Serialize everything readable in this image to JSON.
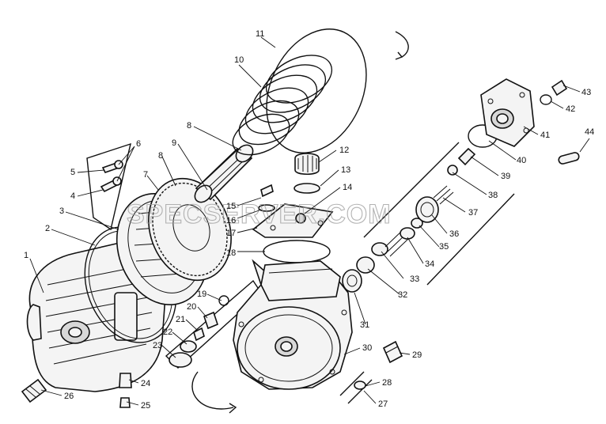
{
  "watermark": "SPECSERVER.COM",
  "callouts": [
    "1",
    "2",
    "3",
    "4",
    "5",
    "6",
    "7",
    "8",
    "8",
    "9",
    "10",
    "11",
    "12",
    "13",
    "14",
    "15",
    "16",
    "17",
    "18",
    "19",
    "20",
    "21",
    "22",
    "23",
    "24",
    "25",
    "26",
    "27",
    "28",
    "29",
    "30",
    "31",
    "32",
    "33",
    "34",
    "35",
    "36",
    "37",
    "38",
    "39",
    "40",
    "41",
    "42",
    "43",
    "44"
  ]
}
